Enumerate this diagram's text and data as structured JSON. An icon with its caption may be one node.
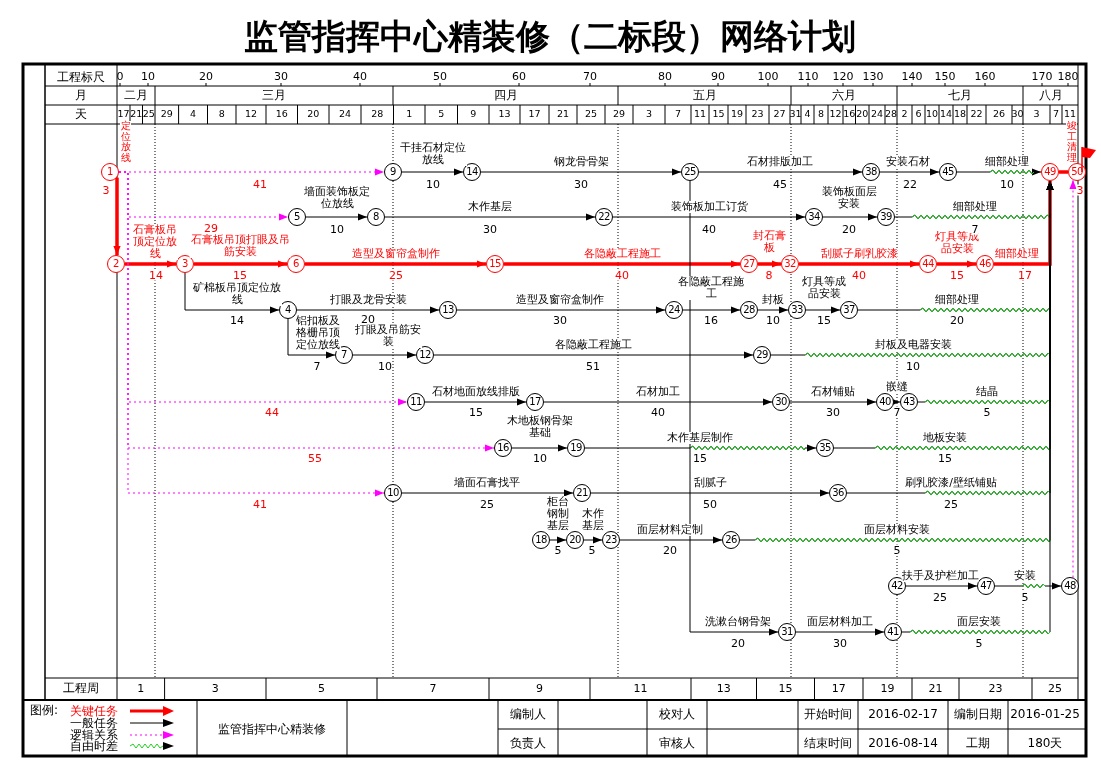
{
  "diagram": {
    "title": "监管指挥中心精装修（二标段）网络计划",
    "nodes": [
      {
        "text": [
          "1"
        ]
      },
      {
        "text": [
          "2"
        ]
      },
      {
        "text": [
          "3"
        ]
      },
      {
        "text": [
          "4"
        ]
      },
      {
        "text": [
          "5"
        ]
      },
      {
        "text": [
          "6"
        ]
      },
      {
        "text": [
          "7"
        ]
      },
      {
        "text": [
          "8"
        ]
      },
      {
        "text": [
          "9"
        ]
      },
      {
        "text": [
          "10"
        ]
      },
      {
        "text": [
          "11"
        ]
      },
      {
        "text": [
          "12"
        ]
      },
      {
        "text": [
          "13"
        ]
      },
      {
        "text": [
          "14"
        ]
      },
      {
        "text": [
          "15"
        ]
      },
      {
        "text": [
          "16"
        ]
      },
      {
        "text": [
          "17"
        ]
      },
      {
        "text": [
          "18"
        ]
      },
      {
        "text": [
          "19"
        ]
      },
      {
        "text": [
          "20"
        ]
      },
      {
        "text": [
          "21"
        ]
      },
      {
        "text": [
          "22"
        ]
      },
      {
        "text": [
          "23"
        ]
      },
      {
        "text": [
          "24"
        ]
      },
      {
        "text": [
          "25"
        ]
      },
      {
        "text": [
          "26"
        ]
      },
      {
        "text": [
          "27"
        ]
      },
      {
        "text": [
          "28"
        ]
      },
      {
        "text": [
          "29"
        ]
      },
      {
        "text": [
          "30"
        ]
      },
      {
        "text": [
          "31"
        ]
      },
      {
        "text": [
          "32"
        ]
      },
      {
        "text": [
          "33"
        ]
      },
      {
        "text": [
          "34"
        ]
      },
      {
        "text": [
          "35"
        ]
      },
      {
        "text": [
          "36"
        ]
      },
      {
        "text": [
          "37"
        ]
      },
      {
        "text": [
          "38"
        ]
      },
      {
        "text": [
          "39"
        ]
      },
      {
        "text": [
          "40"
        ]
      },
      {
        "text": [
          "41"
        ]
      },
      {
        "text": [
          "42"
        ]
      },
      {
        "text": [
          "43"
        ]
      },
      {
        "text": [
          "44"
        ]
      },
      {
        "text": [
          "45"
        ]
      },
      {
        "text": [
          "46"
        ]
      },
      {
        "text": [
          "47"
        ]
      },
      {
        "text": [
          "48"
        ]
      },
      {
        "text": [
          "49"
        ]
      },
      {
        "text": [
          "50"
        ]
      }
    ],
    "edges": [
      {
        "from": 0,
        "to": 1,
        "arrow": "to",
        "label": "定位放线",
        "style": "thick",
        "color": "#ff0000"
      },
      {
        "from": 1,
        "to": 2,
        "arrow": "to",
        "label": "石膏板吊顶定位放线",
        "style": "thick",
        "color": "#ff0000"
      },
      {
        "from": 2,
        "to": 5,
        "arrow": "to",
        "label": "石膏板吊顶打眼及吊筋安装",
        "style": "thick",
        "color": "#ff0000"
      },
      {
        "from": 5,
        "to": 14,
        "arrow": "to",
        "label": "造型及窗帘盒制作",
        "style": "thick",
        "color": "#ff0000"
      },
      {
        "from": 14,
        "to": 26,
        "arrow": "to",
        "label": "各隐蔽工程施工",
        "style": "thick",
        "color": "#ff0000"
      },
      {
        "from": 26,
        "to": 31,
        "arrow": "to",
        "label": "封石膏板",
        "style": "thick",
        "color": "#ff0000"
      },
      {
        "from": 31,
        "to": 43,
        "arrow": "to",
        "label": "刮腻子刷乳胶漆",
        "style": "thick",
        "color": "#ff0000"
      },
      {
        "from": 43,
        "to": 45,
        "arrow": "to",
        "label": "灯具等成品安装",
        "style": "thick",
        "color": "#ff0000"
      },
      {
        "from": 45,
        "to": 48,
        "arrow": "to",
        "label": "细部处理",
        "style": "thick",
        "color": "#ff0000"
      },
      {
        "from": 48,
        "to": 49,
        "arrow": "none",
        "label": "竣工清理",
        "style": "thick",
        "color": "#ff0000"
      },
      {
        "from": 0,
        "to": 8,
        "arrow": "to",
        "style": "dashed",
        "color": "#ff00ff"
      },
      {
        "from": 0,
        "to": 4,
        "arrow": "to",
        "style": "dashed",
        "color": "#ff00ff"
      },
      {
        "from": 0,
        "to": 10,
        "arrow": "to",
        "style": "dashed",
        "color": "#ff00ff"
      },
      {
        "from": 0,
        "to": 15,
        "arrow": "to",
        "style": "dashed",
        "color": "#ff00ff"
      },
      {
        "from": 0,
        "to": 9,
        "arrow": "to",
        "style": "dashed",
        "color": "#ff00ff"
      },
      {
        "from": 8,
        "to": 13,
        "arrow": "to",
        "label": "干挂石材定位放线"
      },
      {
        "from": 13,
        "to": 24,
        "arrow": "to",
        "label": "钢龙骨骨架"
      },
      {
        "from": 24,
        "to": 37,
        "arrow": "to",
        "label": "石材排版加工"
      },
      {
        "from": 37,
        "to": 44,
        "arrow": "to",
        "label": "安装石材"
      },
      {
        "from": 44,
        "to": 48,
        "arrow": "to",
        "label": "细部处理"
      },
      {
        "from": 4,
        "to": 7,
        "arrow": "to",
        "label": "墙面装饰板定位放线"
      },
      {
        "from": 7,
        "to": 21,
        "arrow": "to",
        "label": "木作基层"
      },
      {
        "from": 21,
        "to": 33,
        "arrow": "to",
        "label": "装饰板加工订货"
      },
      {
        "from": 33,
        "to": 38,
        "arrow": "to",
        "label": "装饰板面层安装"
      },
      {
        "from": 38,
        "to": 48,
        "arrow": "to",
        "label": "细部处理"
      },
      {
        "from": 2,
        "to": 3,
        "arrow": "to",
        "label": "矿棉板吊顶定位放线"
      },
      {
        "from": 3,
        "to": 12,
        "arrow": "to",
        "label": "打眼及龙骨安装"
      },
      {
        "from": 12,
        "to": 23,
        "arrow": "to",
        "label": "造型及窗帘盒制作"
      },
      {
        "from": 23,
        "to": 27,
        "arrow": "to",
        "label": "各隐蔽工程施工"
      },
      {
        "from": 27,
        "to": 32,
        "arrow": "to",
        "label": "封板"
      },
      {
        "from": 32,
        "to": 36,
        "arrow": "to",
        "label": "灯具等成品安装"
      },
      {
        "from": 36,
        "to": 48,
        "arrow": "to",
        "label": "细部处理"
      },
      {
        "from": 3,
        "to": 6,
        "arrow": "to",
        "label": "铝扣板及格栅吊顶定位放线"
      },
      {
        "from": 6,
        "to": 11,
        "arrow": "to",
        "label": "打眼及吊筋安装"
      },
      {
        "from": 11,
        "to": 28,
        "arrow": "to",
        "label": "各隐蔽工程施工"
      },
      {
        "from": 28,
        "to": 48,
        "arrow": "to",
        "label": "封板及电器安装"
      },
      {
        "from": 10,
        "to": 16,
        "arrow": "to",
        "label": "石材地面放线排版"
      },
      {
        "from": 16,
        "to": 29,
        "arrow": "to",
        "label": "石材加工"
      },
      {
        "from": 29,
        "to": 39,
        "arrow": "to",
        "label": "石材铺贴"
      },
      {
        "from": 39,
        "to": 42,
        "arrow": "to",
        "label": "嵌缝"
      },
      {
        "from": 42,
        "to": 48,
        "arrow": "to",
        "label": "结晶"
      },
      {
        "from": 15,
        "to": 18,
        "arrow": "to",
        "label": "木地板钢骨架基础"
      },
      {
        "from": 18,
        "to": 34,
        "arrow": "to",
        "label": "木作基层制作"
      },
      {
        "from": 34,
        "to": 48,
        "arrow": "to",
        "label": "地板安装"
      },
      {
        "from": 9,
        "to": 20,
        "arrow": "to",
        "label": "墙面石膏找平"
      },
      {
        "from": 20,
        "to": 35,
        "arrow": "to",
        "label": "刮腻子"
      },
      {
        "from": 35,
        "to": 48,
        "arrow": "to",
        "label": "刷乳胶漆/壁纸铺贴"
      },
      {
        "from": 17,
        "to": 19,
        "arrow": "to",
        "label": "柜台钢制基层"
      },
      {
        "from": 19,
        "to": 22,
        "arrow": "to",
        "label": "木作基层"
      },
      {
        "from": 22,
        "to": 25,
        "arrow": "to",
        "label": "面层材料定制"
      },
      {
        "from": 25,
        "to": 48,
        "arrow": "to",
        "label": "面层材料安装"
      },
      {
        "from": 24,
        "to": 30,
        "arrow": "to",
        "label": "洗漱台钢骨架"
      },
      {
        "from": 30,
        "to": 40,
        "arrow": "to",
        "label": "面层材料加工"
      },
      {
        "from": 40,
        "to": 48,
        "arrow": "to",
        "label": "面层安装"
      },
      {
        "from": 41,
        "to": 46,
        "arrow": "to",
        "label": "扶手及护栏加工"
      },
      {
        "from": 46,
        "to": 47,
        "arrow": "to",
        "label": "安装"
      },
      {
        "from": 47,
        "to": 49,
        "arrow": "to",
        "style": "dashed",
        "color": "#ff00ff"
      }
    ],
    "labels": [
      "工程标尺",
      "0",
      "10",
      "20",
      "30",
      "40",
      "50",
      "60",
      "70",
      "80",
      "90",
      "100",
      "110",
      "120",
      "130",
      "140",
      "150",
      "160",
      "170",
      "180",
      "月",
      "二月",
      "三月",
      "四月",
      "五月",
      "六月",
      "七月",
      "八月",
      "天",
      "17",
      "21",
      "25",
      "29",
      "4",
      "8",
      "12",
      "16",
      "20",
      "24",
      "28",
      "1",
      "5",
      "9",
      "13",
      "17",
      "21",
      "25",
      "29",
      "3",
      "7",
      "11",
      "15",
      "19",
      "23",
      "27",
      "31",
      "4",
      "8",
      "12",
      "16",
      "20",
      "24",
      "28",
      "2",
      "6",
      "10",
      "14",
      "18",
      "22",
      "26",
      "30",
      "3",
      "7",
      "11",
      "3",
      "41",
      "10",
      "30",
      "45",
      "22",
      "10",
      "3",
      "29",
      "10",
      "30",
      "40",
      "20",
      "7",
      "14",
      "15",
      "25",
      "40",
      "8",
      "40",
      "15",
      "17",
      "14",
      "20",
      "30",
      "16",
      "10",
      "15",
      "20",
      "7",
      "10",
      "51",
      "10",
      "44",
      "15",
      "40",
      "30",
      "7",
      "5",
      "55",
      "10",
      "15",
      "15",
      "41",
      "25",
      "50",
      "25",
      "5",
      "5",
      "20",
      "5",
      "25",
      "5",
      "20",
      "30",
      "5",
      "工程周",
      "1",
      "3",
      "5",
      "7",
      "9",
      "11",
      "13",
      "15",
      "17",
      "19",
      "21",
      "23",
      "25",
      "图例:",
      "监管指挥中心精装修",
      "编制人",
      "校对人",
      "开始时间",
      "2016-02-17",
      "编制日期",
      "2016-01-25",
      "负责人",
      "审核人",
      "结束时间",
      "2016-08-14",
      "工期",
      "180天"
    ],
    "legend": [
      {
        "text": "关键任务"
      },
      {
        "text": "一般任务"
      },
      {
        "text": "逻辑关系"
      },
      {
        "text": "自由时差"
      }
    ]
  }
}
